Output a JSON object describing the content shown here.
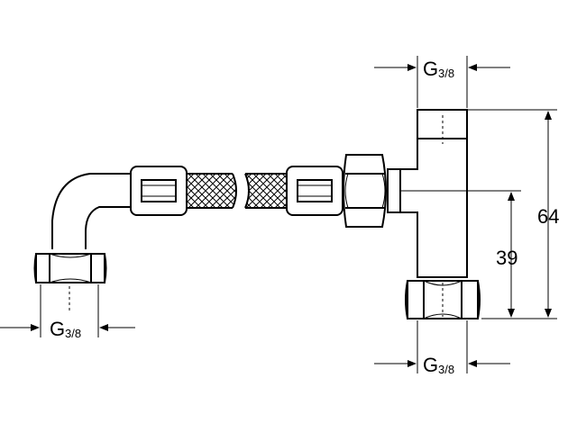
{
  "dimensions": {
    "thread_top": {
      "letter": "G",
      "fraction": "3/8"
    },
    "thread_bottom_right": {
      "letter": "G",
      "fraction": "3/8"
    },
    "thread_bottom_left": {
      "letter": "G",
      "fraction": "3/8"
    },
    "height_total": "64",
    "height_center": "39"
  }
}
